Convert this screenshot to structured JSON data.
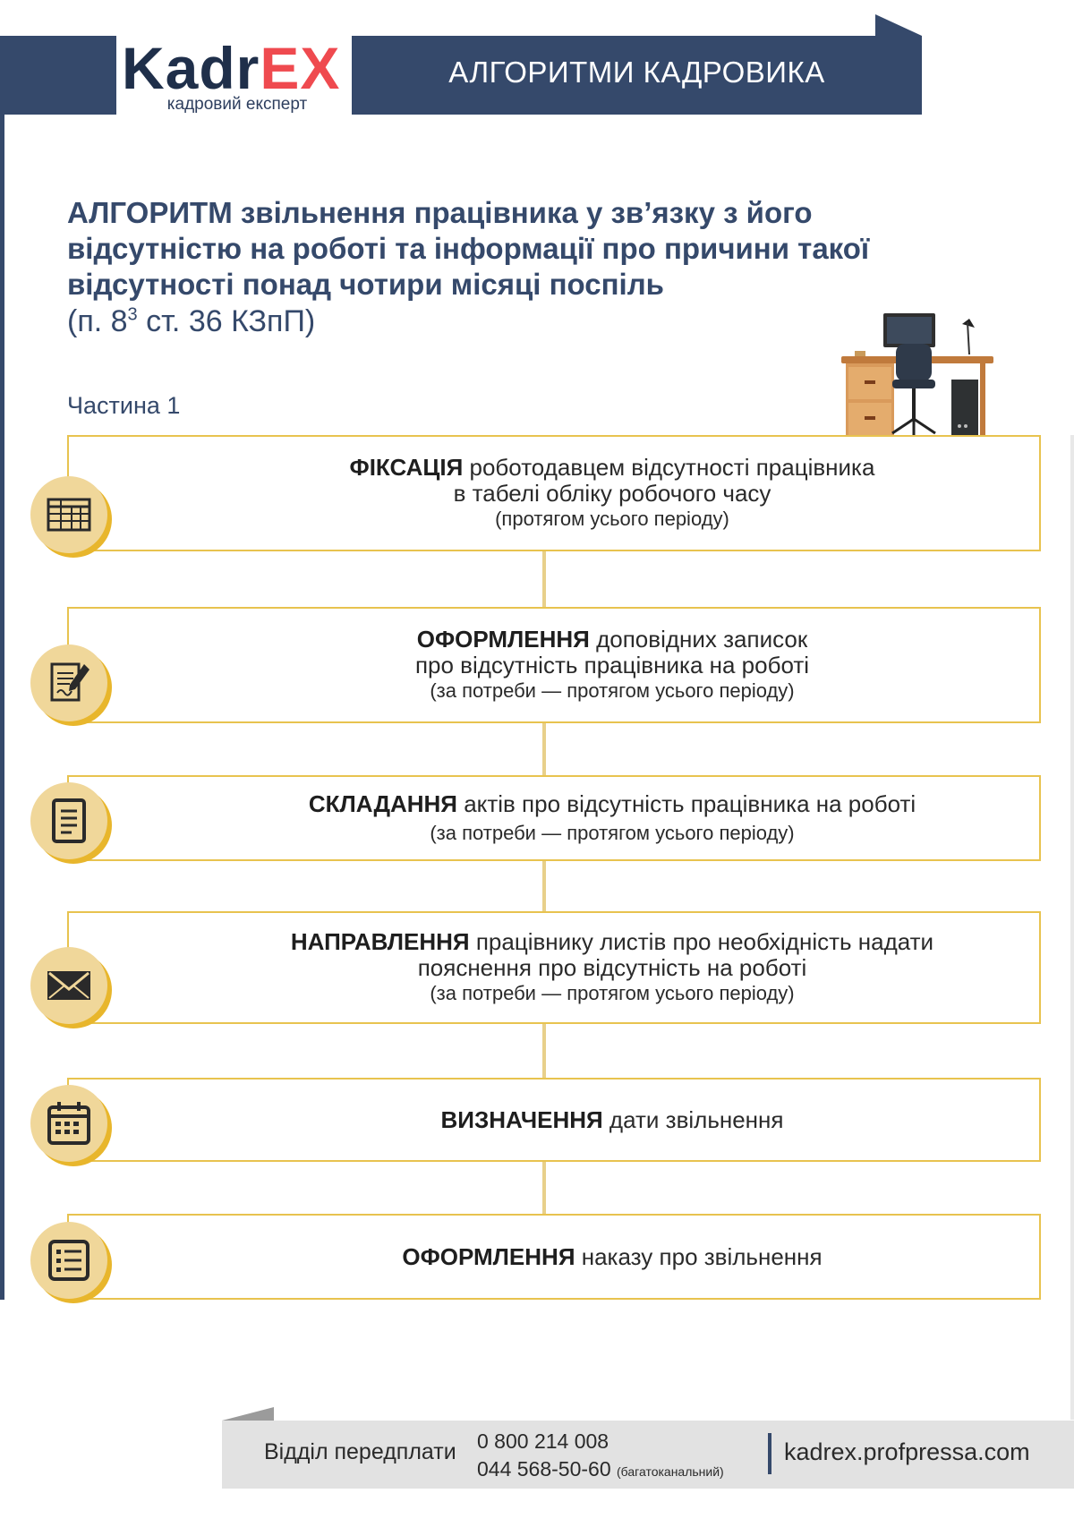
{
  "header": {
    "logo_kadr": "Kadr",
    "logo_ex": "EX",
    "logo_tagline": "кадровий експерт",
    "banner": "АЛГОРИТМИ  КАДРОВИКА"
  },
  "title": {
    "bold": "АЛГОРИТМ",
    "text": " звільнення працівника у зв’язку з його відсутністю на роботі та інформації про причини такої відсутності понад чотири місяці поспіль",
    "ref_prefix": "(п. 8",
    "ref_sup": "3",
    "ref_suffix": " ст. 36 КЗпП)",
    "part": "Частина 1"
  },
  "steps": [
    {
      "icon": "table-icon",
      "keyword": "ФІКСАЦІЯ",
      "line1": " роботодавцем відсутності працівника",
      "line2": "в табелі обліку робочого часу",
      "note": "(протягом усього періоду)"
    },
    {
      "icon": "document-pen-icon",
      "keyword": "ОФОРМЛЕННЯ",
      "line1": " доповідних записок",
      "line2": "про відсутність працівника на роботі",
      "note": "(за потреби — протягом усього періоду)"
    },
    {
      "icon": "document-icon",
      "keyword": "СКЛАДАННЯ",
      "line1": " актів про відсутність працівника на роботі",
      "line2": "",
      "note": "(за потреби — протягом усього періоду)"
    },
    {
      "icon": "envelope-icon",
      "keyword": "НАПРАВЛЕННЯ",
      "line1": " працівнику листів про необхідність надати",
      "line2": "пояснення про відсутність на роботі",
      "note": "(за потреби — протягом усього періоду)"
    },
    {
      "icon": "calendar-icon",
      "keyword": "ВИЗНАЧЕННЯ",
      "line1": " дати звільнення",
      "line2": "",
      "note": ""
    },
    {
      "icon": "list-icon",
      "keyword": "ОФОРМЛЕННЯ",
      "line1": " наказу про звільнення",
      "line2": "",
      "note": ""
    }
  ],
  "footer": {
    "label": "Відділ передплати",
    "phone1": "0 800 214 008",
    "phone2": "044 568-50-60",
    "phone2_note": "(багатоканальний)",
    "site": "kadrex.profpressa.com"
  },
  "colors": {
    "navy": "#35496b",
    "logo_red": "#ef4a4f",
    "gold_border": "#e8c34f",
    "icon_fill": "#f0d79a",
    "icon_shadow": "#e8b62c"
  }
}
